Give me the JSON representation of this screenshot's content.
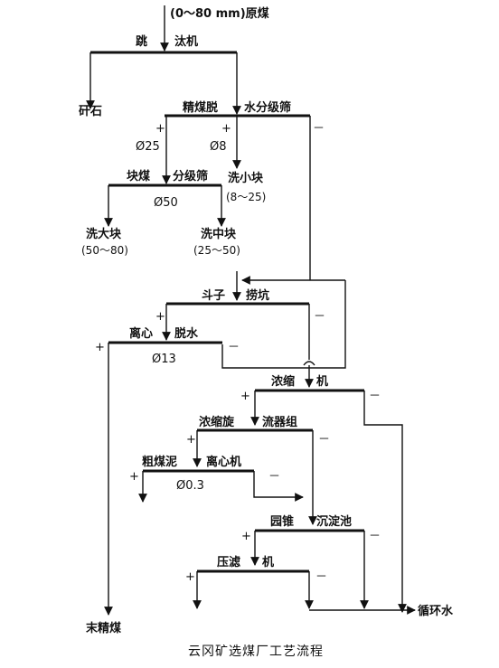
{
  "input": "(0～80 mm)原煤",
  "jig": {
    "left": "跳",
    "right": "汰机"
  },
  "gangue": "矸石",
  "dewater_screen": {
    "left": "精煤脱",
    "right": "水分级筛",
    "d_left": "Ø25",
    "d_right": "Ø8"
  },
  "lump_screen": {
    "left": "块煤",
    "right": "分级筛",
    "d": "Ø50"
  },
  "small_lump": {
    "name": "洗小块",
    "size": "(8～25)"
  },
  "large_lump": {
    "name": "洗大块",
    "size": "(50～80)"
  },
  "medium_lump": {
    "name": "洗中块",
    "size": "(25～50)"
  },
  "bucket_pit": {
    "left": "斗子",
    "right": "捞坑"
  },
  "centrifuge": {
    "left": "离心",
    "right": "脱水",
    "d": "Ø13"
  },
  "thickener": {
    "left": "浓缩",
    "right": "机"
  },
  "cyclone": {
    "left": "浓缩旋",
    "right": "流器组"
  },
  "slime_centrifuge": {
    "left": "粗煤泥",
    "right": "离心机",
    "d": "Ø0.3"
  },
  "cone_tank": {
    "left": "园锥",
    "right": "沉淀池"
  },
  "filter_press": {
    "left": "压滤",
    "right": "机"
  },
  "fine_coal": "末精煤",
  "circulating_water": "循环水",
  "caption": "云冈矿选煤厂工艺流程",
  "signs": {
    "plus": "+",
    "minus": "－"
  }
}
